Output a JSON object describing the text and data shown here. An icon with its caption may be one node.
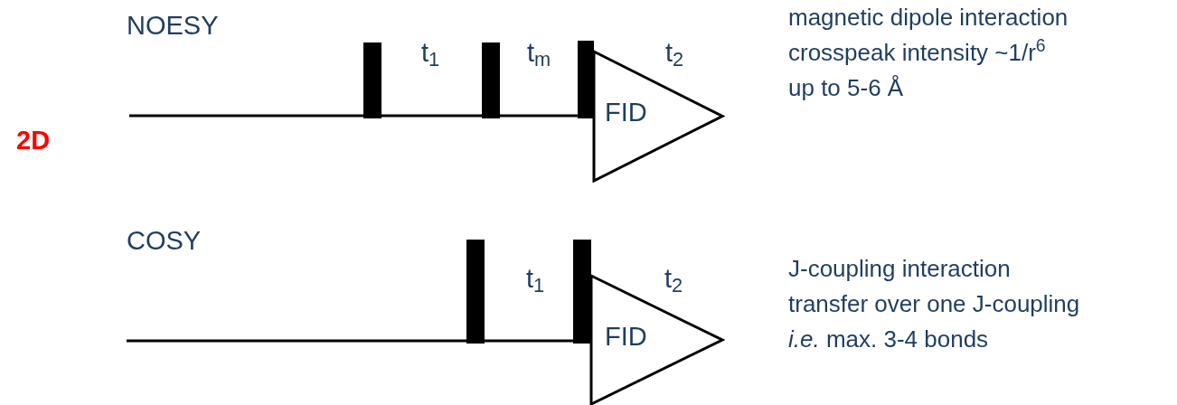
{
  "diagram": {
    "nodes": [
      {
        "text": [
          "FID"
        ]
      },
      {
        "text": [
          "FID"
        ]
      }
    ],
    "labels": [
      "NOESY",
      "t$_{1}$",
      "t$_{m}$",
      "t$_{2}$",
      "magnetic dipole interaction",
      "crosspeak intensity ~1/r$^{6}$",
      "up to 5-6 Å",
      "2D",
      "COSY",
      "t$_{1}$",
      "t$_{2}$",
      "J-coupling interaction",
      "transfer over one J-coupling",
      "*i.e.* max. 3-4 bonds"
    ]
  }
}
